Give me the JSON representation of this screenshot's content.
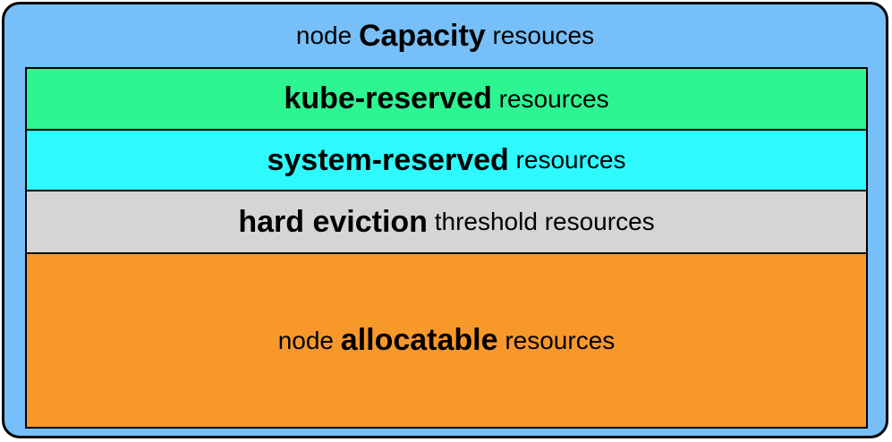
{
  "diagram": {
    "colors": {
      "background": "#76BFF8",
      "border": "#000000",
      "text": "#000000",
      "kube_reserved": "#2DF591",
      "system_reserved": "#2EFAFE",
      "hard_eviction": "#D5D5D5",
      "node_allocatable": "#F9982A"
    },
    "title": {
      "prefix": "node ",
      "bold": "Capacity",
      "suffix": " resouces"
    },
    "rows": [
      {
        "name": "kube-reserved",
        "prefix": "",
        "bold": "kube-reserved",
        "suffix": " resources",
        "color": "#2DF591"
      },
      {
        "name": "system-reserved",
        "prefix": "",
        "bold": "system-reserved",
        "suffix": " resources",
        "color": "#2EFAFE"
      },
      {
        "name": "hard-eviction",
        "prefix": "",
        "bold": "hard eviction",
        "suffix": " threshold resources",
        "color": "#D5D5D5"
      },
      {
        "name": "node-allocatable",
        "prefix": "node ",
        "bold": "allocatable",
        "suffix": " resources",
        "color": "#F9982A"
      }
    ]
  }
}
